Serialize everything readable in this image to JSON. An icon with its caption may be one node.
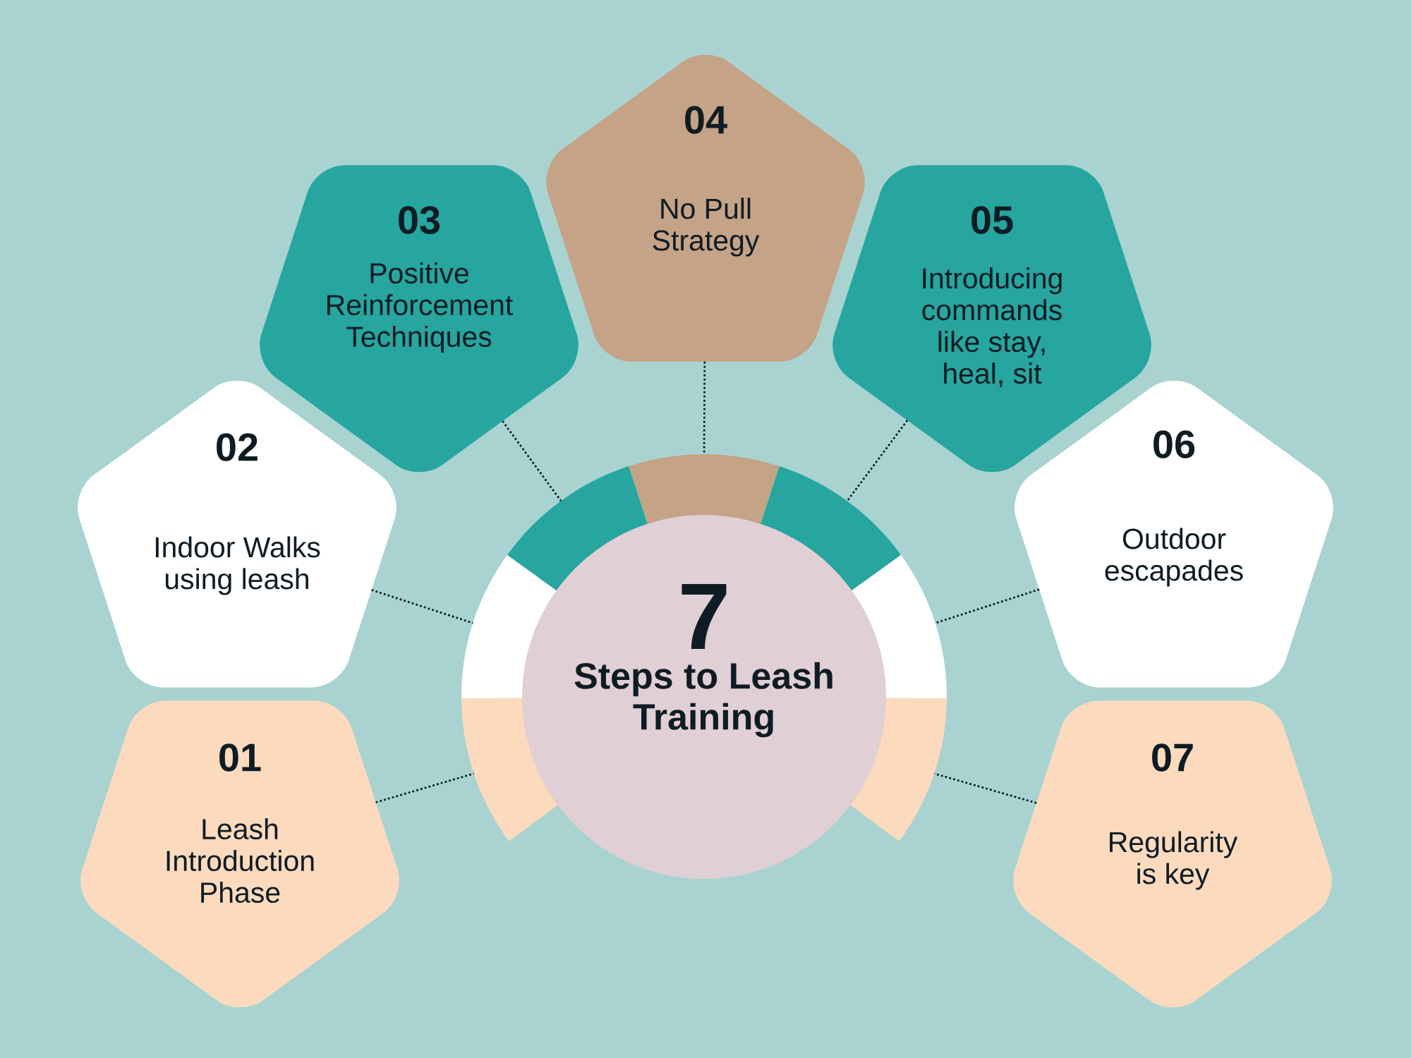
{
  "diagram": {
    "nodes": [
      {
        "text": [
          "01",
          "Leash Introduction Phase"
        ]
      },
      {
        "text": [
          "02",
          "Indoor Walks using leash"
        ]
      },
      {
        "text": [
          "03",
          "Positive Reinforcement Techniques"
        ]
      },
      {
        "text": [
          "04",
          "No Pull Strategy"
        ]
      },
      {
        "text": [
          "05",
          "Introducing commands like stay, heal, sit"
        ]
      },
      {
        "text": [
          "06",
          "Outdoor escapades"
        ]
      },
      {
        "text": [
          "07",
          "Regularity is key"
        ]
      },
      {
        "text": [
          "7",
          "Steps to Leash Training"
        ]
      },
      {
        "text": [],
        "shape": "arc"
      },
      {
        "text": [],
        "shape": "arc"
      },
      {
        "text": [],
        "shape": "arc"
      },
      {
        "text": [],
        "shape": "arc"
      },
      {
        "text": [],
        "shape": "arc"
      },
      {
        "text": [],
        "shape": "arc"
      },
      {
        "text": [],
        "shape": "arc"
      }
    ],
    "edges": [
      {
        "from": 0,
        "to": 8,
        "arrow": "none",
        "style": "dashed"
      },
      {
        "from": 1,
        "to": 9,
        "arrow": "none",
        "style": "dashed"
      },
      {
        "from": 2,
        "to": 10,
        "arrow": "none",
        "style": "dashed"
      },
      {
        "from": 3,
        "to": 11,
        "arrow": "none",
        "style": "dashed"
      },
      {
        "from": 4,
        "to": 12,
        "arrow": "none",
        "style": "dashed"
      },
      {
        "from": 5,
        "to": 13,
        "arrow": "none",
        "style": "dashed"
      },
      {
        "from": 6,
        "to": 14,
        "arrow": "none",
        "style": "dashed"
      }
    ]
  }
}
